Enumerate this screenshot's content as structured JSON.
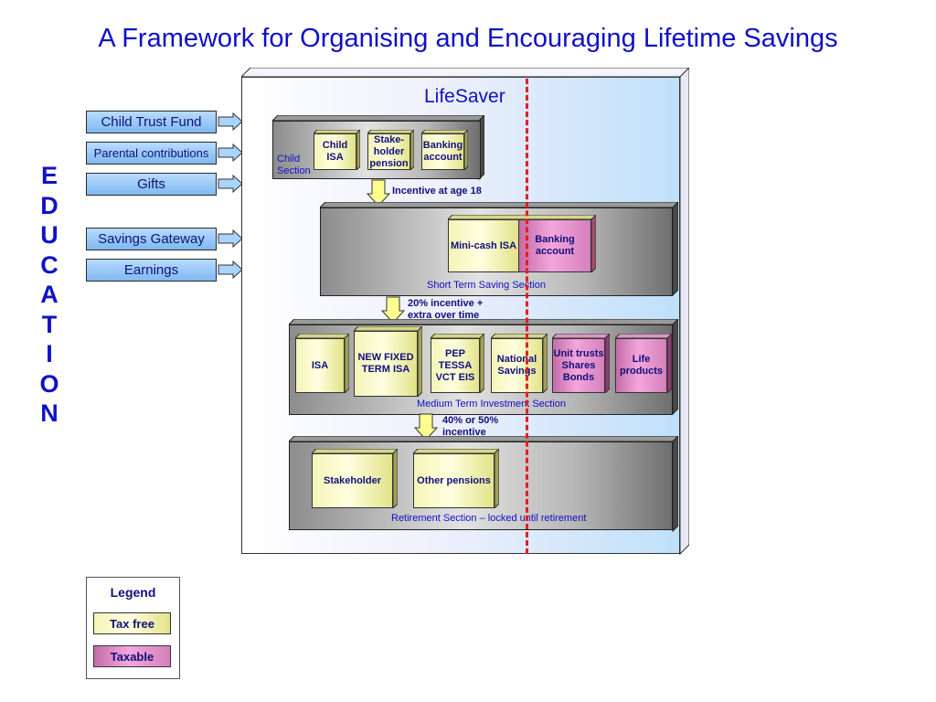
{
  "title": "A Framework for Organising and Encouraging Lifetime Savings",
  "education": [
    "E",
    "D",
    "U",
    "C",
    "A",
    "T",
    "I",
    "O",
    "N"
  ],
  "inputs": [
    "Child Trust Fund",
    "Parental contributions",
    "Gifts",
    "Savings Gateway",
    "Earnings"
  ],
  "lifesaver": "LifeSaver",
  "child_section": {
    "label_line1": "Child",
    "label_line2": "Section",
    "boxes": [
      "Child ISA",
      "Stake-holder pension",
      "Banking account"
    ]
  },
  "arrow1_label": "Incentive at age 18",
  "short_term": {
    "label": "Short Term Saving Section",
    "boxes": [
      "Mini-cash ISA",
      "Banking account"
    ]
  },
  "arrow2_label_line1": "20% incentive +",
  "arrow2_label_line2": "extra over time",
  "medium_term": {
    "label": "Medium Term Investment Section",
    "boxes": [
      "ISA",
      "NEW FIXED TERM ISA",
      "PEP TESSA VCT EIS",
      "National Savings",
      "Unit trusts Shares Bonds",
      "Life products"
    ]
  },
  "arrow3_label_line1": "40% or 50%",
  "arrow3_label_line2": "incentive",
  "retirement": {
    "label": "Retirement Section – locked until retirement",
    "boxes": [
      "Stakeholder",
      "Other pensions"
    ]
  },
  "legend": {
    "title": "Legend",
    "tax_free": "Tax free",
    "taxable": "Taxable"
  },
  "colors": {
    "title_blue": "#1010c8",
    "tax_free": "#ffffc0",
    "taxable": "#e890cc",
    "divider_red": "#e02020"
  }
}
